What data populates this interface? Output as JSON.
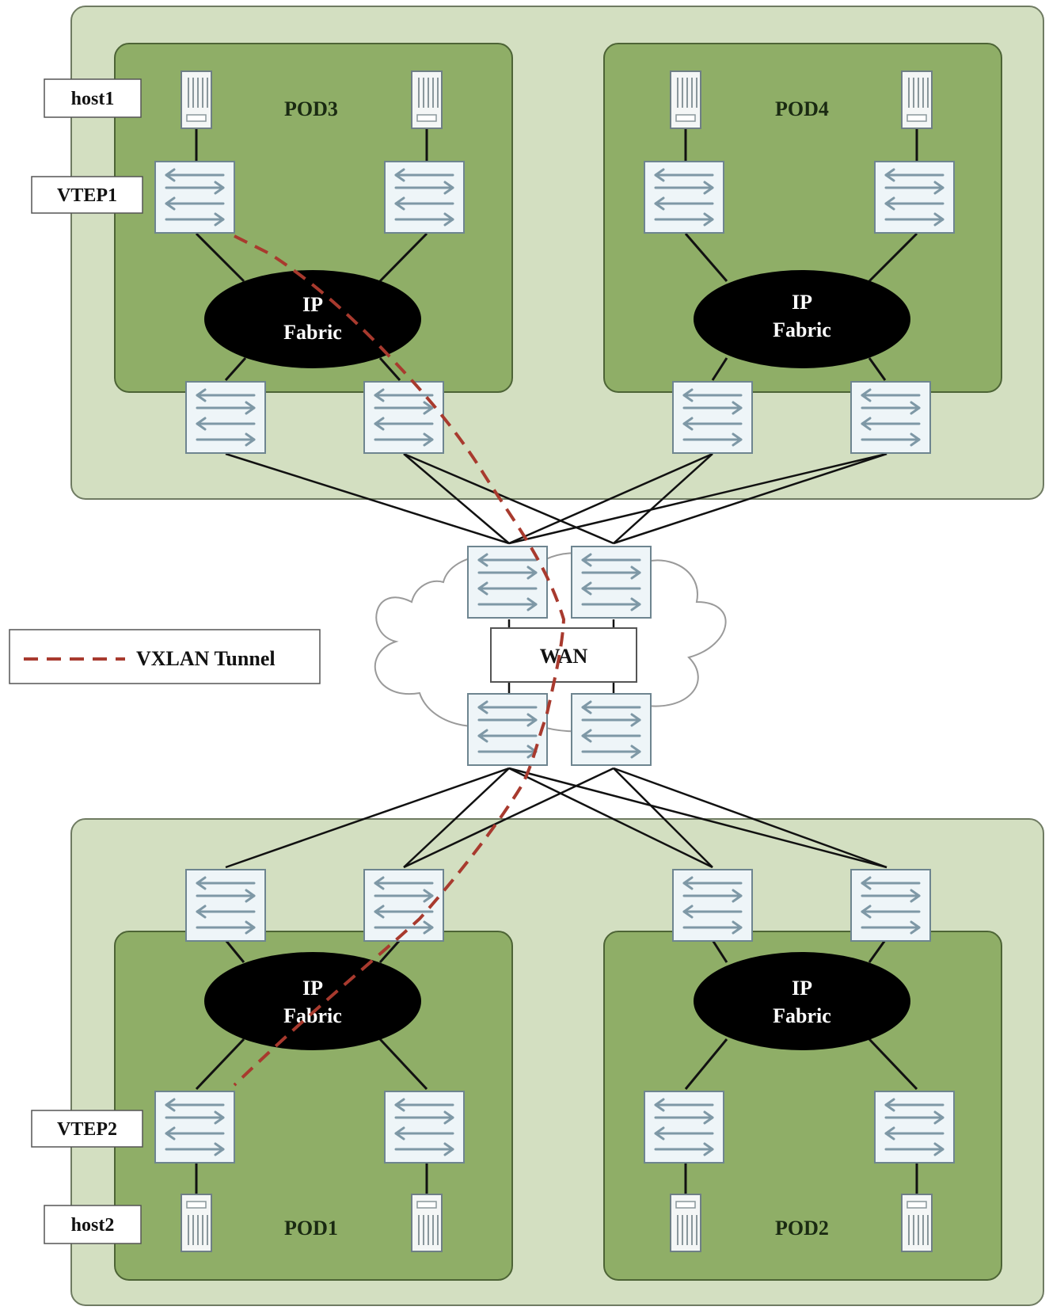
{
  "labels": {
    "host1": "host1",
    "host2": "host2",
    "vtep1": "VTEP1",
    "vtep2": "VTEP2",
    "pod1": "POD1",
    "pod2": "POD2",
    "pod3": "POD3",
    "pod4": "POD4",
    "wan": "WAN",
    "ip": "IP",
    "fabric": "Fabric"
  },
  "legend": {
    "tunnel_label": "VXLAN Tunnel"
  },
  "colors": {
    "outer_site": "#d3dfc1",
    "pod_area": "#8fae67",
    "switch_fill": "#eef5f8",
    "arrow": "#7e98a6",
    "fabric": "#000000",
    "tunnel": "#a83a2e",
    "link": "#111111"
  },
  "icons": {
    "switch": "l2-switch-icon",
    "server": "server-icon",
    "cloud": "wan-cloud-icon"
  }
}
